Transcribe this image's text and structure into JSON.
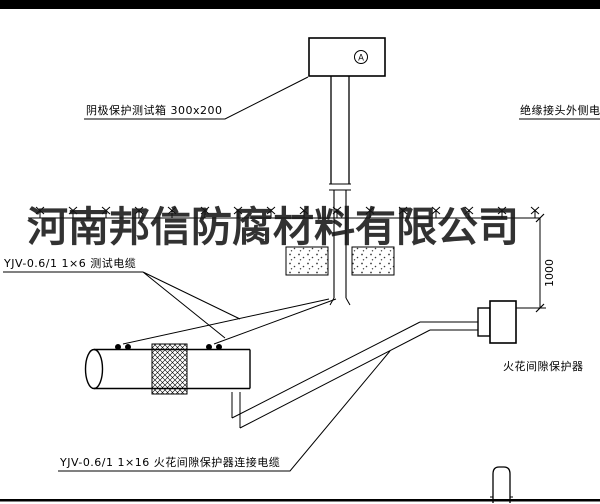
{
  "watermark": "河南邦信防腐材料有限公司",
  "labels": {
    "test_box": "阴极保护测试箱 300x200",
    "outer_cable": "绝缘接头外侧电缆",
    "test_cable": "YJV-0.6/1 1×6  测试电缆",
    "spark_gap": "火花间隙保护器",
    "spark_gap_cable": "YJV-0.6/1 1×16  火花间隙保护器连接电缆"
  },
  "dimension": {
    "value": "1000"
  },
  "symbols": {
    "ammeter": "A"
  },
  "colors": {
    "line": "#000000",
    "background": "#ffffff",
    "watermark": "#161616"
  }
}
